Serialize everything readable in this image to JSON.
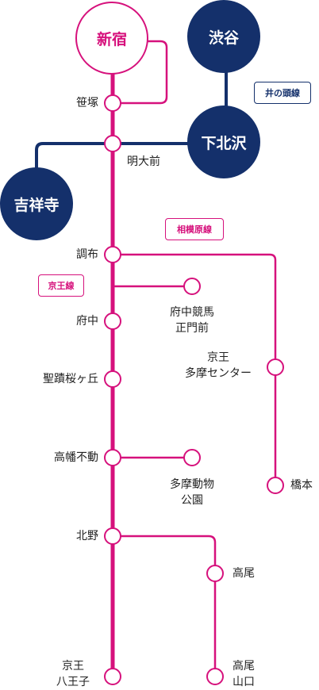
{
  "colors": {
    "keio": "#d6117c",
    "inokashira": "#14306b"
  },
  "lines": {
    "inokashira_tag": "井の頭線",
    "sagamihara_tag": "相模原線",
    "keio_tag": "京王線"
  },
  "hubs": {
    "shinjuku": "新宿",
    "shibuya": "渋谷",
    "shimokitazawa": "下北沢",
    "kichijoji": "吉祥寺"
  },
  "stations": {
    "sasazuka": "笹塚",
    "meidaimae": "明大前",
    "chofu": "調布",
    "fuchu_keibajo": "府中競馬\n正門前",
    "fuchu": "府中",
    "keio_tama_center": "京王\n多摩センター",
    "seiseki": "聖蹟桜ヶ丘",
    "takahatafudo": "高幡不動",
    "tama_dobutsu": "多摩動物\n公園",
    "hashimoto": "橋本",
    "kitano": "北野",
    "takao": "高尾",
    "takaosanguchi": "高尾\n山口",
    "keio_hachioji": "京王\n八王子"
  }
}
